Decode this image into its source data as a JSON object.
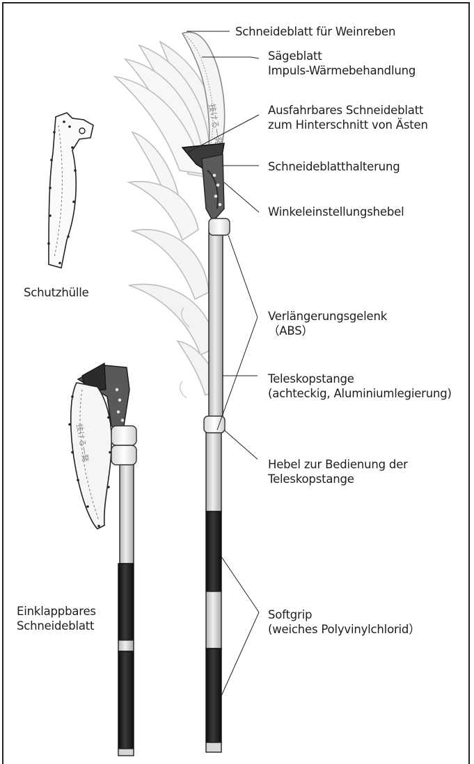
{
  "labels": {
    "vine_blade": "Schneideblatt für Weinreben",
    "saw_blade_1": "Sägeblatt",
    "saw_blade_2": "Impuls-Wärmebehandlung",
    "extendable_1": "Ausfahrbares Schneideblatt",
    "extendable_2": "zum Hinterschnitt von Ästen",
    "blade_holder": "Schneideblatthalterung",
    "angle_lever": "Winkeleinstellungshebel",
    "sheath": "Schutzhülle",
    "joint_1": "Verlängerungsgelenk",
    "joint_2": "（ABS）",
    "pole_1": "Teleskopstange",
    "pole_2": "(achteckig, Aluminiumlegierung)",
    "pole_lever_1": "Hebel zur Bedienung der",
    "pole_lever_2": "Teleskopstange",
    "folding_1": "Einklappbares",
    "folding_2": "Schneideblatt",
    "grip_1": "Softgrip",
    "grip_2": "(weiches Polyvinylchlorid）"
  },
  "blade_stamp": "技ける一発",
  "colors": {
    "outline": "#222222",
    "dark_metal": "#5a5a5a",
    "grip": "#1a1a1a",
    "aluminium": "#d4d4d4",
    "blade_fill": "#f2f2f2",
    "ghost_blade": "#c8c8c8"
  }
}
